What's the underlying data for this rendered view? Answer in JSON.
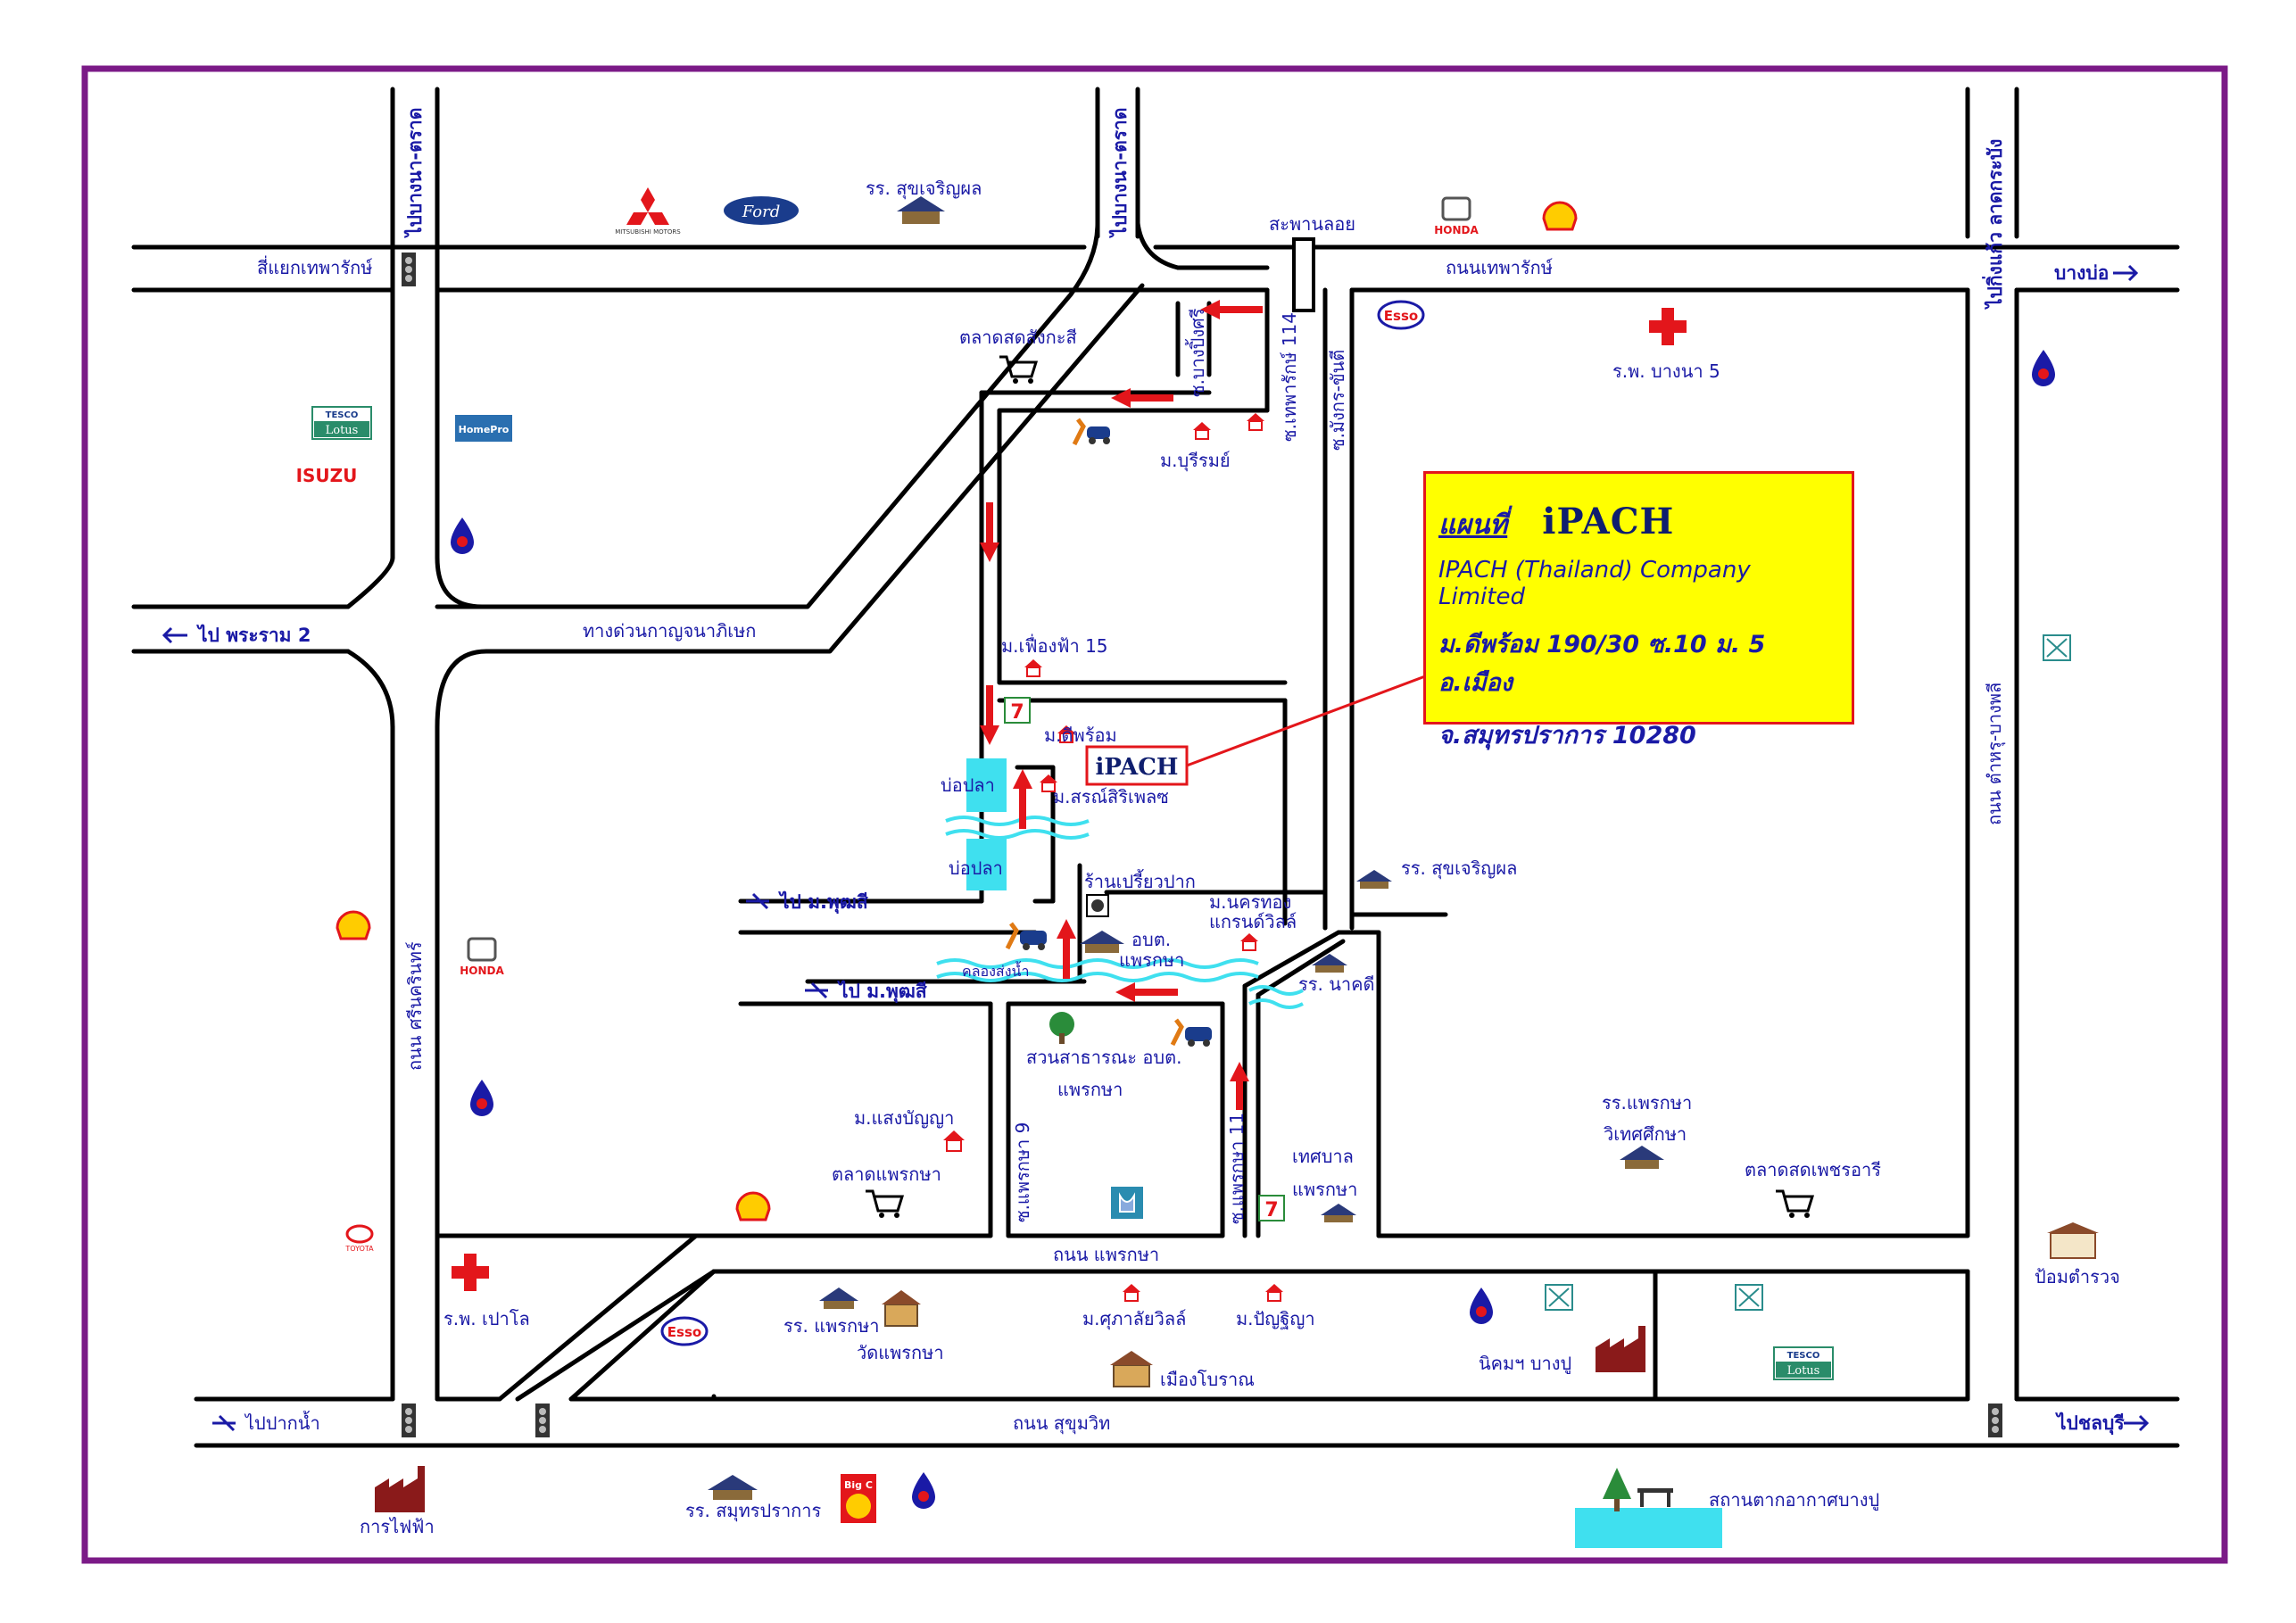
{
  "info": {
    "title": "แผนที่",
    "logo": "iPACH",
    "company": "IPACH (Thailand) Company Limited",
    "address1": "ม.ดีพร้อม 190/30 ซ.10 ม. 5 อ.เมือง",
    "address2": "จ.สมุทรปราการ 10280"
  },
  "marker_logo": "iPACH",
  "labels": {
    "to_bangna_trad_1": "ไปบางนา-ตราด",
    "to_bangna_trad_2": "ไปบางนา-ตราด",
    "to_bangplee": "ไปกิ่งแก้ว ลาดกระบัง",
    "intersection_thepharak": "สี่แยกเทพารักษ์",
    "sukcharoenpol_1": "รร. สุขเจริญผล",
    "floating_bridge": "สะพานลอย",
    "thepharak_rd": "ถนนเทพารักษ์",
    "to_bangbo": "บางบ่อ",
    "talad_sangkasi": "ตลาดสดสังกะสี",
    "soi_bangplee": "ซ.บางปิ้งศรี",
    "soi_thepharak114": "ซ.เทพารักษ์ 114",
    "soi_mangkorn": "ซ.มังกร-ขันตี",
    "hospital_bangna5": "ร.พ. บางนา 5",
    "mu_burirom": "ม.บุรีรมย์",
    "to_rama2": "ไป พระราม 2",
    "expressway": "ทางด่วนกาญจนาภิเษก",
    "mu_feuangfa": "ม.เฟื่องฟ้า 15",
    "mu_deeprom": "ม.ดีพร้อม",
    "pond1": "บ่อปลา",
    "pond2": "บ่อปลา",
    "mu_sorn": "ม.สรณ์สิริเพลซ",
    "restaurant": "ร้านเปรี้ยวปาก",
    "to_puttasee_1": "ไป ม.พุฒสี",
    "to_puttasee_2": "ไป ม.พุฒสี",
    "mu_nakorntong_1": "ม.นครทอง",
    "mu_nakorntong_2": "แกรนด์วิลล์",
    "sukcharoenpol_2": "รร. สุขเจริญผล",
    "obt_1": "อบต.",
    "obt_2": "แพรกษา",
    "canal": "คลองส่งน้ำ",
    "nakati": "รร. นาคดี",
    "srinakarin_rd": "ถนน ศรีนครินทร์",
    "park_1": "สวนสาธารณะ อบต.",
    "park_2": "แพรกษา",
    "mu_saengbanya": "ม.แสงบัญญา",
    "talad_praeksa": "ตลาดแพรกษา",
    "soi_praeksa9": "ซ.แพรกษา 9",
    "soi_praeksa11": "ซ.แพรกษา 11",
    "thesaban_1": "เทศบาล",
    "thesaban_2": "แพรกษา",
    "praeksa_school_1": "รร.แพรกษา",
    "praeksa_school_2": "วิเทศศึกษา",
    "talad_petcharat": "ตลาดสดเพชรอารี",
    "thepharak_bangplee_rd": "ถนน ตำหรุ-บางพลี",
    "praeksa_rd": "ถนน แพรกษา",
    "police": "ป้อมตำรวจ",
    "hospital_paolo": "ร.พ. เปาโล",
    "rr_praeksa": "รร. แพรกษา",
    "wat_praeksa": "วัดแพรกษา",
    "mu_supalai": "ม.ศุภาลัยวิลล์",
    "mu_panya": "ม.ปัญฐิญา",
    "muang_boran": "เมืองโบราณ",
    "nikom_bangpu": "นิคมฯ บางปู",
    "to_paknam": "ไปปากน้ำ",
    "sukhumvit_rd": "ถนน สุขุมวิท",
    "to_chonburi": "ไปชลบุรี",
    "electric": "การไฟฟ้า",
    "rr_samutprakan": "รร. สมุทรปราการ",
    "bangpu_resort": "สถานตากอากาศบางปู"
  },
  "brands": {
    "isuzu": "ISUZU",
    "ford": "Ford",
    "honda": "HONDA",
    "esso": "Esso",
    "tesco": "TESCO",
    "lotus": "Lotus",
    "homepro": "HomePro",
    "mitsubishi": "MITSUBISHI MOTORS",
    "toyota": "TOYOTA",
    "seven": "7",
    "bigc": "Big C"
  },
  "colors": {
    "border": "#7b1a87",
    "road": "#000000",
    "arrow": "#e3161b",
    "water": "#3fe0ef",
    "label": "#1a1aa6",
    "box": "#ffff00"
  }
}
